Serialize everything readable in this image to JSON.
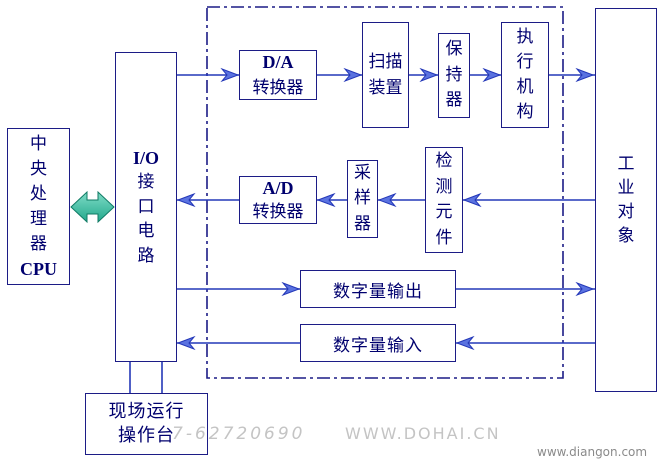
{
  "colors": {
    "line": "#2438b8",
    "box_border": "#1c1c86",
    "text": "#00006e",
    "arrow_fill": "#5a72e0",
    "bus_arrow": "#22a88c",
    "bus_arrow_stroke": "#0f7a64",
    "watermark": "#c4c4c4",
    "site_mark": "#8a8a8a"
  },
  "cpu": {
    "name": "中央处理器",
    "abbr": "CPU"
  },
  "io": {
    "abbr": "I/O",
    "name": "接口电路"
  },
  "da": {
    "abbr": "D/A",
    "name": "转换器"
  },
  "scan": {
    "line1": "扫描",
    "line2": "装置"
  },
  "hold": {
    "name": "保持器"
  },
  "actuator": {
    "name": "执行机构"
  },
  "plant": {
    "name": "工业对象"
  },
  "sensor": {
    "name": "检测元件"
  },
  "sampler": {
    "name": "采样器"
  },
  "ad": {
    "abbr": "A/D",
    "name": "转换器"
  },
  "digital_out": {
    "name": "数字量输出"
  },
  "digital_in": {
    "name": "数字量输入"
  },
  "console": {
    "line1": "现场运行",
    "line2": "操作台"
  },
  "watermarks": {
    "phone": "7-62720690",
    "site": "WWW.DOHAI.CN",
    "corner": "www.diangon.com"
  }
}
